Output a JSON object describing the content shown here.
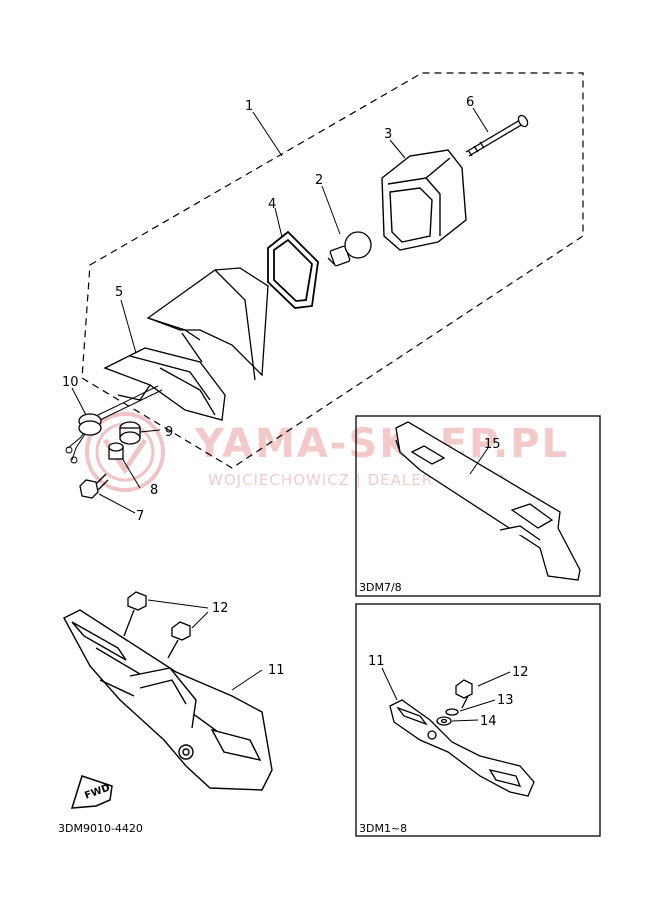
{
  "callouts": {
    "c1": "1",
    "c2": "2",
    "c3": "3",
    "c4": "4",
    "c5": "5",
    "c6": "6",
    "c7": "7",
    "c8": "8",
    "c9": "9",
    "c10": "10",
    "c11a": "11",
    "c11b": "11",
    "c12a": "12",
    "c12b": "12",
    "c13": "13",
    "c14": "14",
    "c15": "15"
  },
  "boxes": {
    "box_upper_code": "3DM7/8",
    "box_lower_code": "3DM1~8"
  },
  "diagram_code": "3DM9010-4420",
  "fwd_label": "FWD",
  "watermark": {
    "title": "YAMA-SKLEP.PL",
    "subtitle": "WOJCIECHOWICZ | DEALER YAMAHA"
  },
  "colors": {
    "line": "#000000",
    "watermark": "#e9a9a9"
  }
}
